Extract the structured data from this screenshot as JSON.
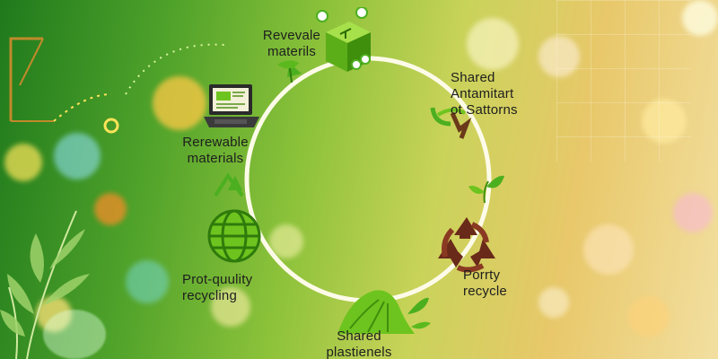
{
  "nodes": [
    {
      "id": "top",
      "label": "Revevale\nmaterils"
    },
    {
      "id": "upper-right",
      "label": "Shared\nAntamitart\not Sattorns"
    },
    {
      "id": "upper-left",
      "label": "Rerewable\nmaterials"
    },
    {
      "id": "lower-right",
      "label": "Porrty\nrecycle"
    },
    {
      "id": "lower-left",
      "label": "Prot-quulity\nrecycling"
    },
    {
      "id": "bottom",
      "label": "Shared\nplastienels"
    }
  ],
  "colors": {
    "ring": "#fdfbe8",
    "cube": "#6ec41e",
    "recycle": "#6a2a1a",
    "leaf": "#4caf1f",
    "laptop": "#2a2a2a"
  },
  "icons": [
    "eco-cube-icon",
    "laptop-icon",
    "shared-leaf-icon",
    "recycle-icon",
    "globe-icon",
    "leaf-mound-icon"
  ]
}
